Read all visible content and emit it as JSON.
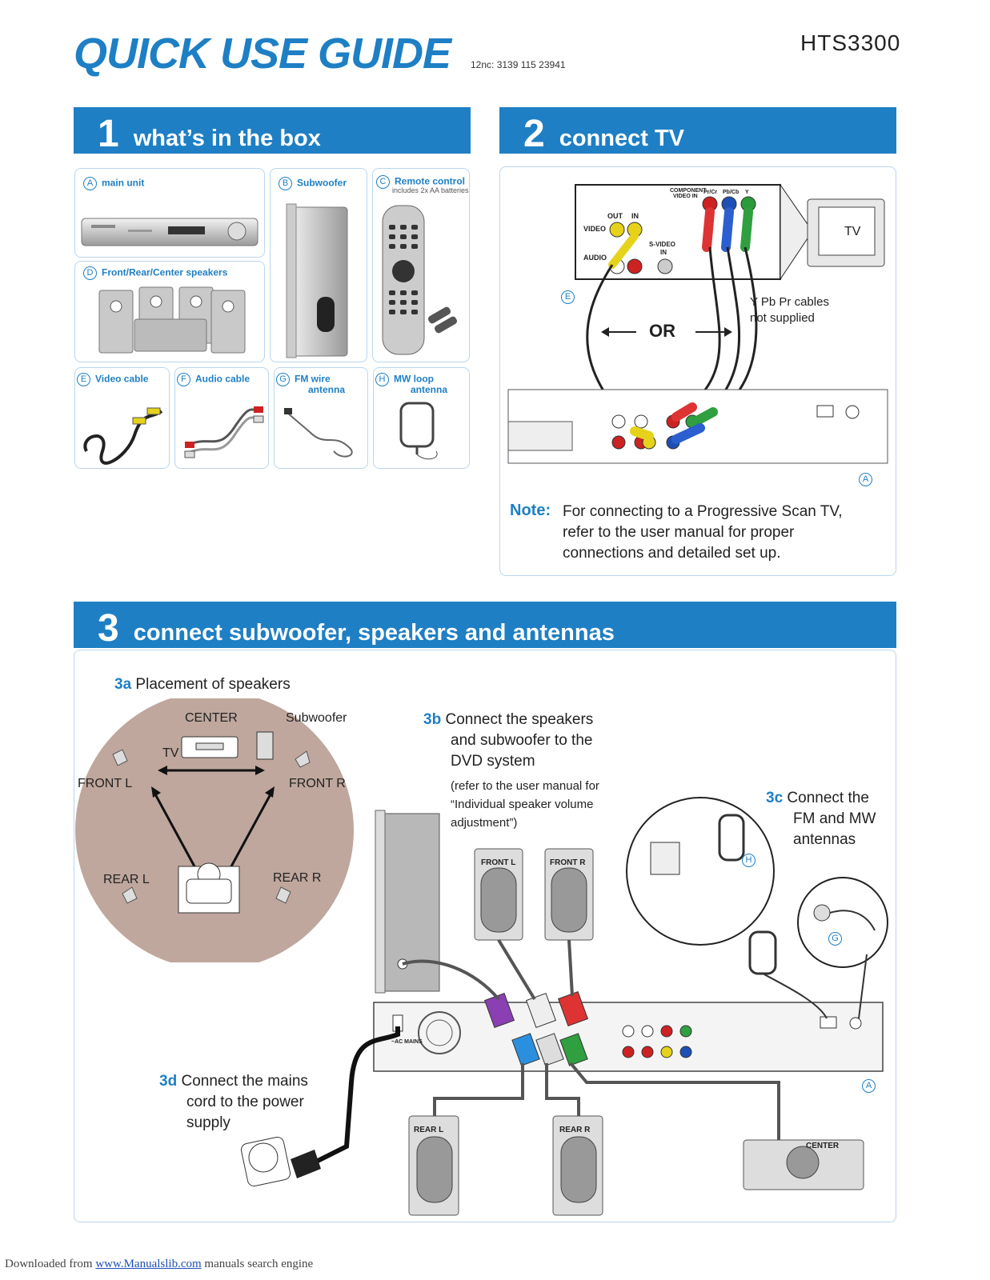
{
  "header": {
    "title": "QUICK USE GUIDE",
    "nc": "12nc: 3139 115 23941",
    "model": "HTS3300"
  },
  "section1": {
    "num": "1",
    "title": "what’s in the box",
    "items": [
      {
        "letter": "A",
        "label": "main unit"
      },
      {
        "letter": "B",
        "label": "Subwoofer"
      },
      {
        "letter": "C",
        "label": "Remote control",
        "sub": "includes 2x AA batteries"
      },
      {
        "letter": "D",
        "label": "Front/Rear/Center speakers"
      },
      {
        "letter": "E",
        "label": "Video cable"
      },
      {
        "letter": "F",
        "label": "Audio cable"
      },
      {
        "letter": "G",
        "label": "FM wire",
        "label2": "antenna"
      },
      {
        "letter": "H",
        "label": "MW loop",
        "label2": "antenna"
      }
    ]
  },
  "section2": {
    "num": "2",
    "title": "connect TV",
    "tv": "TV",
    "component": "COMPONENT",
    "video_in": "VIDEO IN",
    "pr": "Pr/Cr",
    "pb": "Pb/Cb",
    "y": "Y",
    "out": "OUT",
    "in": "IN",
    "video": "VIDEO",
    "audio": "AUDIO",
    "svideo": "S-VIDEO",
    "svideo_in": "IN",
    "or": "OR",
    "cables_note": "Y Pb Pr cables",
    "cables_note2": "not supplied",
    "e": "E",
    "a": "A",
    "note_label": "Note:",
    "note_lines": [
      "For connecting to a Progressive Scan TV,",
      "refer to the user manual for proper",
      "connections and detailed set up."
    ]
  },
  "section3": {
    "num": "3",
    "title": "connect subwoofer, speakers and antennas",
    "s3a_tag": "3a",
    "s3a_text": "Placement of speakers",
    "center": "CENTER",
    "subwoofer": "Subwoofer",
    "tv": "TV",
    "front_l": "FRONT L",
    "front_r": "FRONT R",
    "rear_l": "REAR L",
    "rear_r": "REAR R",
    "s3b_tag": "3b",
    "s3b_lines": [
      "Connect the speakers",
      "and subwoofer to the",
      "DVD system"
    ],
    "s3b_sub": [
      "(refer to the user manual for",
      "“Individual speaker volume",
      "adjustment”)"
    ],
    "s3c_tag": "3c",
    "s3c_lines": [
      "Connect the",
      "FM and MW",
      "antennas"
    ],
    "s3d_tag": "3d",
    "s3d_lines": [
      "Connect the mains",
      "cord to the power",
      "supply"
    ],
    "spk_front_l": "FRONT L",
    "spk_front_r": "FRONT R",
    "spk_rear_l": "REAR L",
    "spk_rear_r": "REAR R",
    "spk_center": "CENTER",
    "h": "H",
    "g": "G",
    "a": "A",
    "mains": "~AC MAINS"
  },
  "footer": {
    "prefix": "Downloaded from ",
    "link": "www.Manualslib.com",
    "suffix": " manuals search engine"
  }
}
